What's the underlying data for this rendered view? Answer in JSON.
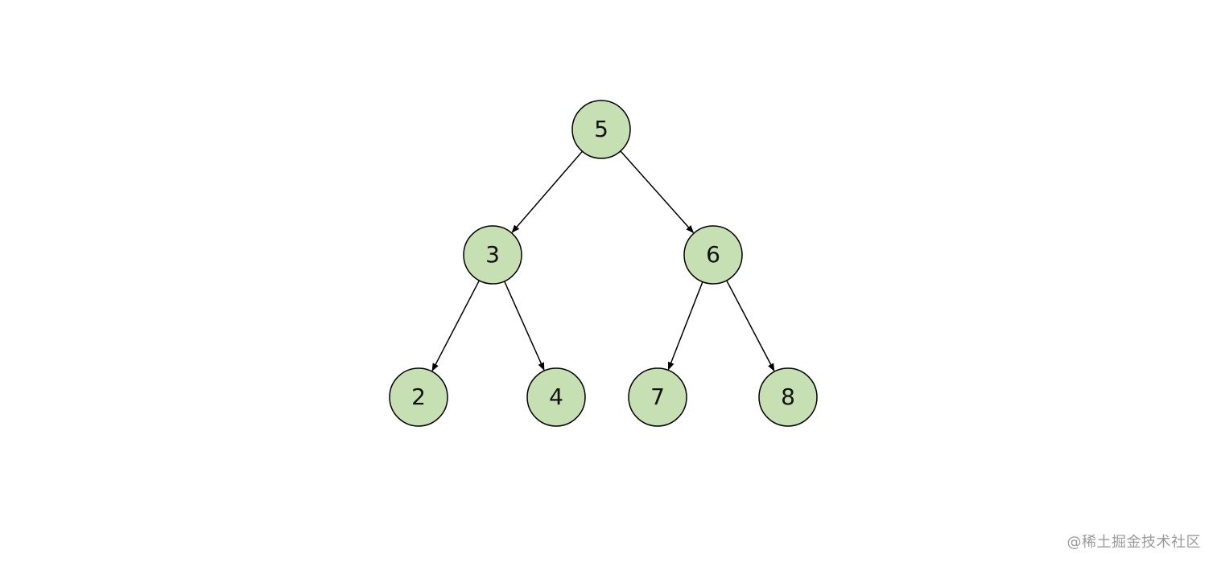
{
  "nodes": [
    {
      "id": "n5",
      "label": "5"
    },
    {
      "id": "n3",
      "label": "3"
    },
    {
      "id": "n6",
      "label": "6"
    },
    {
      "id": "n2",
      "label": "2"
    },
    {
      "id": "n4",
      "label": "4"
    },
    {
      "id": "n7",
      "label": "7"
    },
    {
      "id": "n8",
      "label": "8"
    }
  ],
  "edges": [
    {
      "from": "n5",
      "to": "n3"
    },
    {
      "from": "n5",
      "to": "n6"
    },
    {
      "from": "n3",
      "to": "n2"
    },
    {
      "from": "n3",
      "to": "n4"
    },
    {
      "from": "n6",
      "to": "n7"
    },
    {
      "from": "n6",
      "to": "n8"
    }
  ],
  "colors": {
    "node_fill": "#c6e0b4",
    "node_stroke": "#000000",
    "edge": "#000000",
    "watermark": "#9a9a9a"
  },
  "watermark": "@稀土掘金技术社区"
}
